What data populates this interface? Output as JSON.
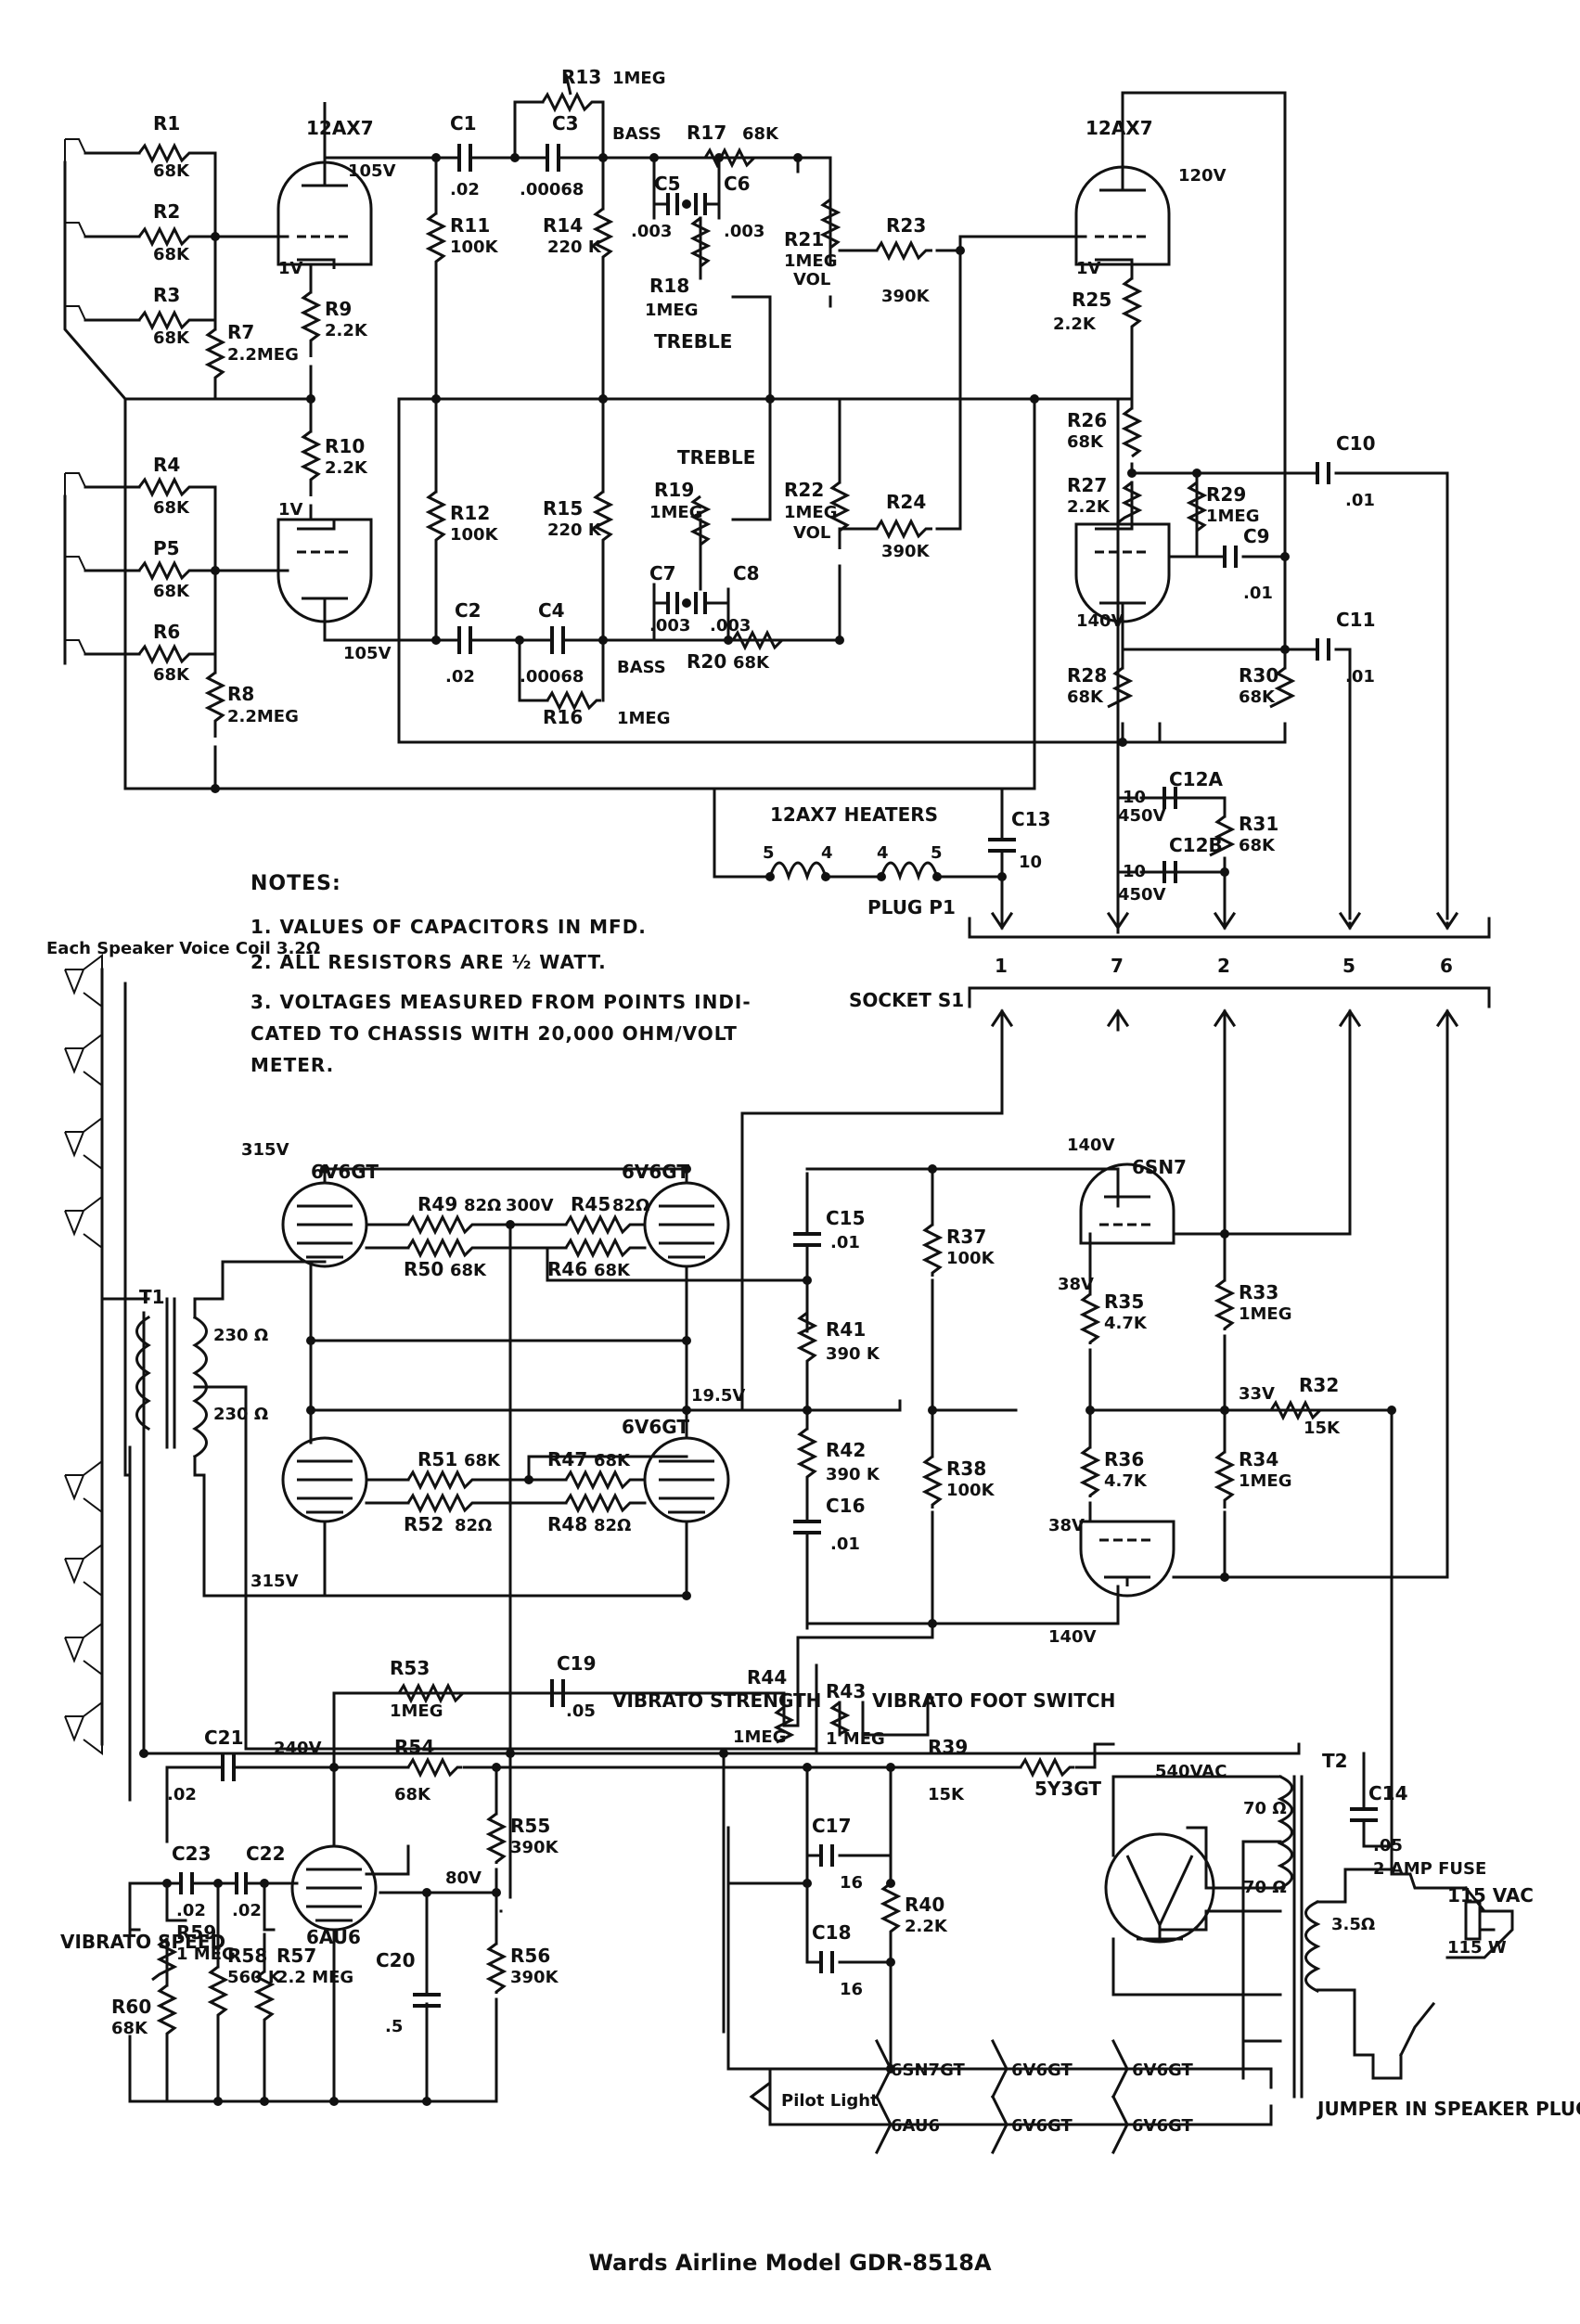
{
  "caption": "Wards Airline Model GDR-8518A",
  "notes": {
    "heading": "NOTES:",
    "items": [
      "1. VALUES OF CAPACITORS IN MFD.",
      "2. ALL RESISTORS ARE ½ WATT.",
      "3. VOLTAGES MEASURED FROM POINTS INDI- CATED TO CHASSIS WITH 20,000 OHM/VOLT METER."
    ]
  },
  "connectors": {
    "plug": "PLUG P1",
    "socket": "SOCKET S1",
    "pins": [
      "1",
      "7",
      "2",
      "5",
      "6"
    ]
  },
  "tubes": {
    "v1": "12AX7",
    "v2": "12AX7",
    "v3": "6V6GT",
    "v4": "6V6GT",
    "v5": "6V6GT",
    "v6": "6SN7",
    "v7": "6AU6",
    "v8": "5Y3GT"
  },
  "heaters": {
    "label": "12AX7 HEATERS",
    "pins": [
      "5",
      "4",
      "4",
      "5"
    ],
    "strip_top": [
      "6SN7GT",
      "6V6GT",
      "6V6GT"
    ],
    "strip_bottom": [
      "6AU6",
      "6V6GT",
      "6V6GT"
    ],
    "pilot": "Pilot Light"
  },
  "speakers": {
    "label": "Each Speaker Voice Coil 3.2Ω"
  },
  "transformers": {
    "t1": "T1",
    "t1_taps": [
      "230 Ω",
      "230 Ω"
    ],
    "t2": "T2",
    "t2_sec": "540VAC",
    "t2_taps": [
      "70 Ω",
      "70 Ω",
      "3.5Ω"
    ]
  },
  "power": {
    "mains": "115 VAC",
    "watts": "115 W",
    "fuse": "2 AMP FUSE",
    "jumper": "JUMPER IN SPEAKER PLUG"
  },
  "controls": {
    "bass": "BASS",
    "treble": "TREBLE",
    "vol": "VOL",
    "vibrato_strength": "VIBRATO STRENGTH",
    "vibrato_speed": "VIBRATO SPEED",
    "vibrato_foot_switch": "VIBRATO FOOT SWITCH"
  },
  "voltages": {
    "v105a": "105V",
    "v105b": "105V",
    "v1v_a": "1V",
    "v1v_b": "1V",
    "v1v_c": "1V",
    "v120": "120V",
    "v140_a": "140V",
    "v140_b": "140V",
    "v140_c": "140V",
    "v315_a": "315V",
    "v315_b": "315V",
    "v300": "300V",
    "v19_5": "19.5V",
    "v38_a": "38V",
    "v38_b": "38V",
    "v33": "33V",
    "v240": "240V",
    "v80": "80V",
    "v450_a": "450V",
    "v450_b": "450V"
  },
  "components": {
    "R1": [
      "R1",
      "68K"
    ],
    "R2": [
      "R2",
      "68K"
    ],
    "R3": [
      "R3",
      "68K"
    ],
    "R4": [
      "R4",
      "68K"
    ],
    "R5": [
      "P5",
      "68K"
    ],
    "R6": [
      "R6",
      "68K"
    ],
    "R7": [
      "R7",
      "2.2MEG"
    ],
    "R8": [
      "R8",
      "2.2MEG"
    ],
    "R9": [
      "R9",
      "2.2K"
    ],
    "R10": [
      "R10",
      "2.2K"
    ],
    "R11": [
      "R11",
      "100K"
    ],
    "R12": [
      "R12",
      "100K"
    ],
    "R13": [
      "R13",
      "1MEG"
    ],
    "R14": [
      "R14",
      "220 K"
    ],
    "R15": [
      "R15",
      "220 K"
    ],
    "R16": [
      "R16",
      "1MEG"
    ],
    "R17": [
      "R17",
      "68K"
    ],
    "R18": [
      "R18",
      "1MEG"
    ],
    "R19": [
      "R19",
      "1MEG"
    ],
    "R20": [
      "R20",
      "68K"
    ],
    "R21": [
      "R21",
      "1MEG"
    ],
    "R22": [
      "R22",
      "1MEG"
    ],
    "R23": [
      "R23",
      "390K"
    ],
    "R24": [
      "R24",
      "390K"
    ],
    "R25": [
      "R25",
      "2.2K"
    ],
    "R26": [
      "R26",
      "68K"
    ],
    "R27": [
      "R27",
      "2.2K"
    ],
    "R28": [
      "R28",
      "68K"
    ],
    "R29": [
      "R29",
      "1MEG"
    ],
    "R30": [
      "R30",
      "68K"
    ],
    "R31": [
      "R31",
      "68K"
    ],
    "C1": [
      "C1",
      ".02"
    ],
    "C2": [
      "C2",
      ".02"
    ],
    "C3": [
      "C3",
      ".00068"
    ],
    "C4": [
      "C4",
      ".00068"
    ],
    "C5": [
      "C5",
      ".003"
    ],
    "C6": [
      "C6",
      ".003"
    ],
    "C7": [
      "C7",
      ".003"
    ],
    "C8": [
      "C8",
      ".003"
    ],
    "C9": [
      "C9",
      ".01"
    ],
    "C10": [
      "C10",
      ".01"
    ],
    "C11": [
      "C11",
      ".01"
    ],
    "C12A": [
      "C12A",
      "10"
    ],
    "C12B": [
      "C12B",
      "10"
    ],
    "C13": [
      "C13",
      "10"
    ],
    "R37": [
      "R37",
      "100K"
    ],
    "R38": [
      "R38",
      "100K"
    ],
    "R41": [
      "R41",
      "390 K"
    ],
    "R42": [
      "R42",
      "390 K"
    ],
    "R45": [
      "R45",
      "82Ω"
    ],
    "R46": [
      "R46",
      "68K"
    ],
    "R47": [
      "R47",
      "68K"
    ],
    "R48": [
      "R48",
      "82Ω"
    ],
    "R49": [
      "R49",
      "82Ω"
    ],
    "R50": [
      "R50",
      "68K"
    ],
    "R51": [
      "R51",
      "68K"
    ],
    "R52": [
      "R52",
      "82Ω"
    ],
    "R33": [
      "R33",
      "1MEG"
    ],
    "R34": [
      "R34",
      "1MEG"
    ],
    "R35": [
      "R35",
      "4.7K"
    ],
    "R36": [
      "R36",
      "4.7K"
    ],
    "R32": [
      "R32",
      "15K"
    ],
    "C15": [
      "C15",
      ".01"
    ],
    "C16": [
      "C16",
      ".01"
    ],
    "R53": [
      "R53",
      "1MEG"
    ],
    "C19": [
      "C19",
      ".05"
    ],
    "R44": [
      "R44",
      "1MEG"
    ],
    "R43": [
      "R43",
      "1 MEG"
    ],
    "R54": [
      "R54",
      "68K"
    ],
    "R55": [
      "R55",
      "390K"
    ],
    "R56": [
      "R56",
      "390K"
    ],
    "R39": [
      "R39",
      "15K"
    ],
    "R40": [
      "R40",
      "2.2K"
    ],
    "C17": [
      "C17",
      "16"
    ],
    "C18": [
      "C18",
      "16"
    ],
    "C21": [
      "C21",
      ".02"
    ],
    "C22": [
      "C22",
      ".02"
    ],
    "C23": [
      "C23",
      ".02"
    ],
    "C20": [
      "C20",
      ".5"
    ],
    "C14": [
      "C14",
      ".05"
    ],
    "R57": [
      "R57",
      "2.2 MEG"
    ],
    "R58": [
      "R58",
      "560 K"
    ],
    "R59": [
      "R59",
      "1 MEG"
    ],
    "R60": [
      "R60",
      "68K"
    ]
  }
}
